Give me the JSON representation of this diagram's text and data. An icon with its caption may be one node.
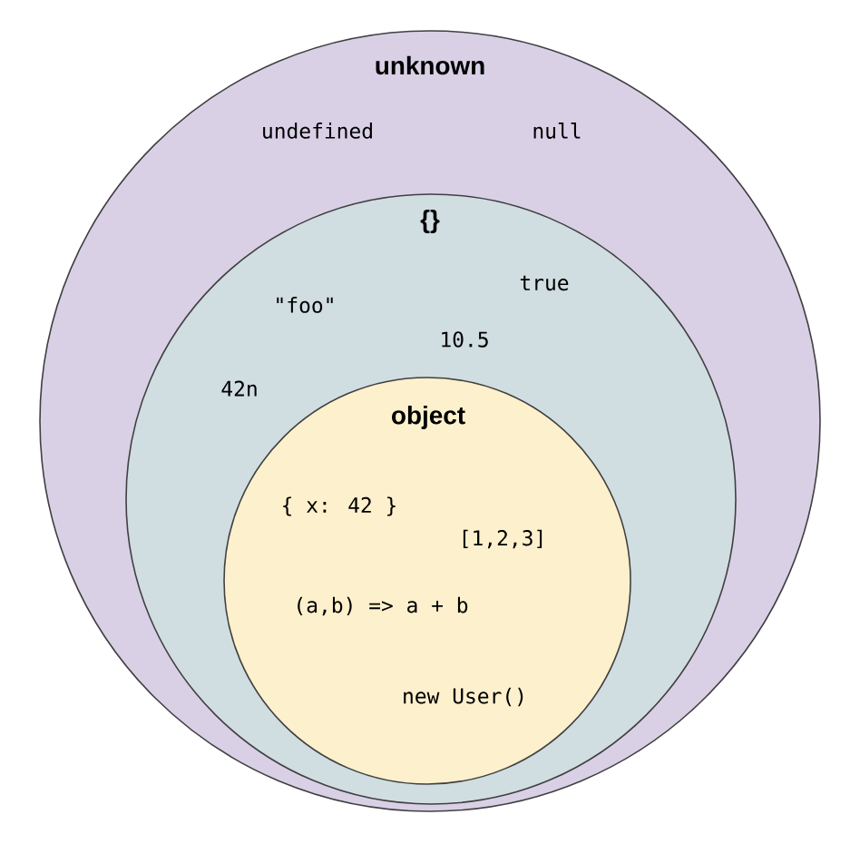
{
  "diagram": {
    "nodes": [
      {
        "text": [
          "unknown",
          "undefined",
          "null"
        ]
      },
      {
        "text": [
          "{}",
          "\"foo\"",
          "true",
          "10.5",
          "42n"
        ],
        "in": 0
      },
      {
        "text": [
          "object",
          "{ x: 42 }",
          "[1,2,3]",
          "(a,b) => a + b",
          "new User()"
        ],
        "in": 1
      }
    ]
  }
}
